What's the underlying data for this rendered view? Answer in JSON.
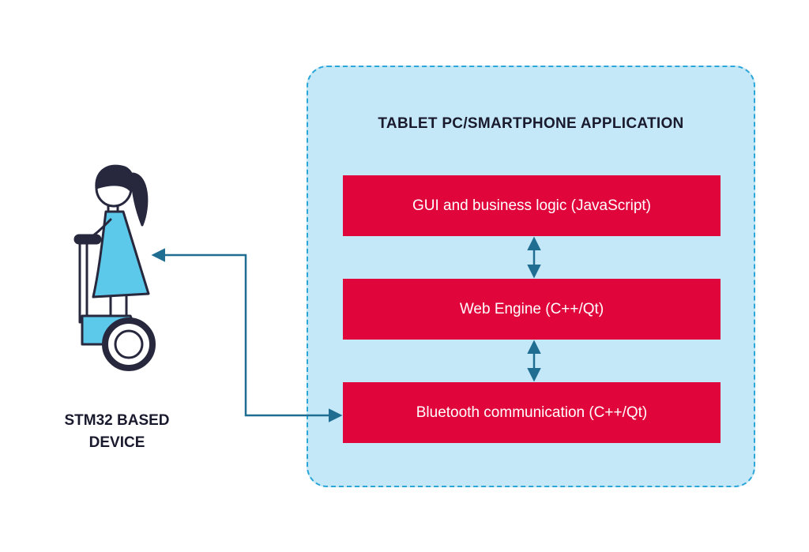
{
  "app": {
    "title": "TABLET PC/SMARTPHONE APPLICATION",
    "layers": [
      {
        "label": "GUI and business logic (JavaScript)"
      },
      {
        "label": "Web Engine (C++/Qt)"
      },
      {
        "label": "Bluetooth communication (C++/Qt)"
      }
    ]
  },
  "device": {
    "label_line1": "STM32 BASED",
    "label_line2": "DEVICE",
    "icon": "girl-on-segway-icon"
  },
  "colors": {
    "container_fill": "#c5e8f8",
    "container_border": "#2ba6d8",
    "layer_fill": "#e0063c",
    "arrow": "#1f6e92",
    "title_text": "#1a1a2e"
  }
}
